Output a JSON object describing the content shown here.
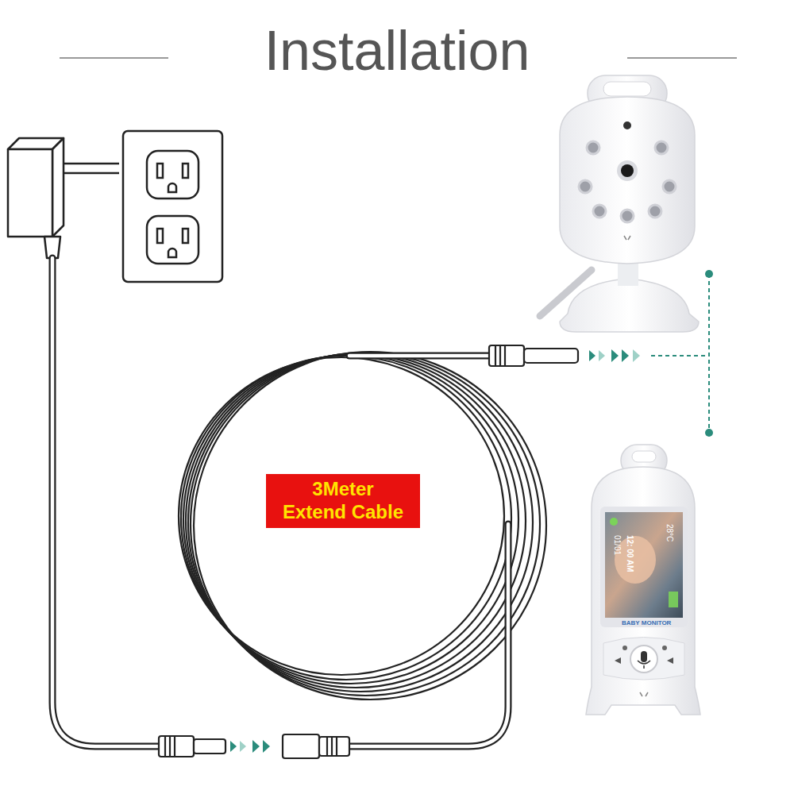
{
  "diagram": {
    "title": "Installation",
    "nodes": [
      {
        "text": [
          "3Meter Extend Cable"
        ]
      }
    ],
    "labels": [
      "28°C",
      "01/01",
      "12: 00 AM",
      "BABY MONITOR"
    ]
  }
}
